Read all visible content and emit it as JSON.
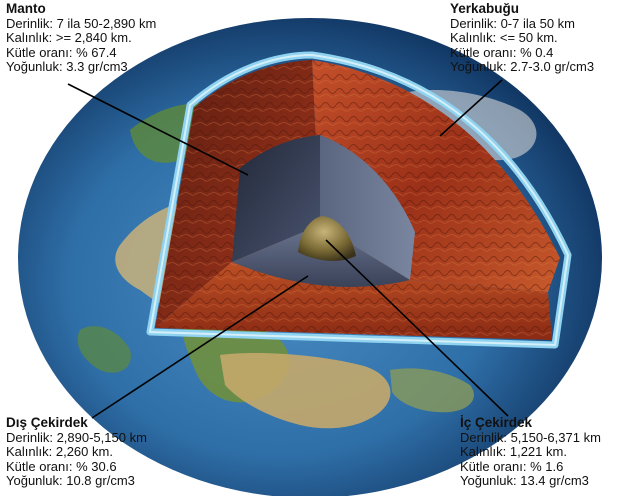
{
  "labels": {
    "manto": {
      "title": "Manto",
      "lines": [
        "Derinlik: 7 ila 50-2,890 km",
        "Kalınlık: >= 2,840 km.",
        "Kütle oranı: % 67.4",
        "Yoğunluk: 3.3 gr/cm3"
      ]
    },
    "yerkabugu": {
      "title": "Yerkabuğu",
      "lines": [
        "Derinlik: 0-7 ila 50 km",
        "Kalınlık: <= 50 km.",
        "Kütle oranı: % 0.4",
        "Yoğunluk: 2.7-3.0 gr/cm3"
      ]
    },
    "dis_cekirdek": {
      "title": "Dış Çekirdek",
      "lines": [
        "Derinlik: 2,890-5,150 km",
        "Kalınlık: 2,260 km.",
        "Kütle oranı: % 30.6",
        "Yoğunluk: 10.8 gr/cm3"
      ]
    },
    "ic_cekirdek": {
      "title": "İç Çekirdek",
      "lines": [
        "Derinlik: 5,150-6,371 km",
        "Kalınlık: 1,221 km.",
        "Kütle oranı: % 1.6",
        "Yoğunluk: 13.4 gr/cm3"
      ]
    }
  },
  "colors": {
    "ocean": "#2f6fa8",
    "ocean_dark": "#0d2f5a",
    "land": "#5e8a3a",
    "desert": "#c9b27a",
    "crust_rim": "#8fd3f0",
    "mantle": "#a8391f",
    "mantle_dark": "#5a1c10",
    "outer_core": "#3c4660",
    "inner_core": "#8a7a3c",
    "pointer": "#000000"
  }
}
